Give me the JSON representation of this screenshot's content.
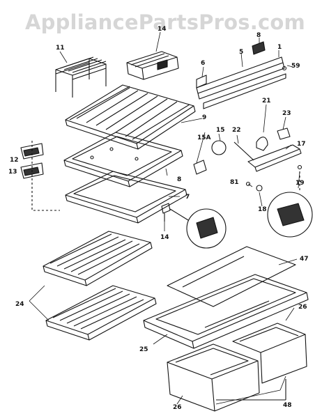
{
  "watermark": "AppliancePartsPros.com",
  "callouts": {
    "c1": "1",
    "c5": "5",
    "c6": "6",
    "c7": "7",
    "c8a": "8",
    "c8b": "8",
    "c9": "9",
    "c11": "11",
    "c12": "12",
    "c13": "13",
    "c14a": "14",
    "c14b": "14",
    "c15": "15",
    "c15a": "15A",
    "c17": "17",
    "c18": "18",
    "c19": "19",
    "c21": "21",
    "c22": "22",
    "c23": "23",
    "c24": "24",
    "c25": "25",
    "c26a": "26",
    "c26b": "26",
    "c47": "47",
    "c48": "48",
    "c59": "59",
    "c81": "81"
  }
}
